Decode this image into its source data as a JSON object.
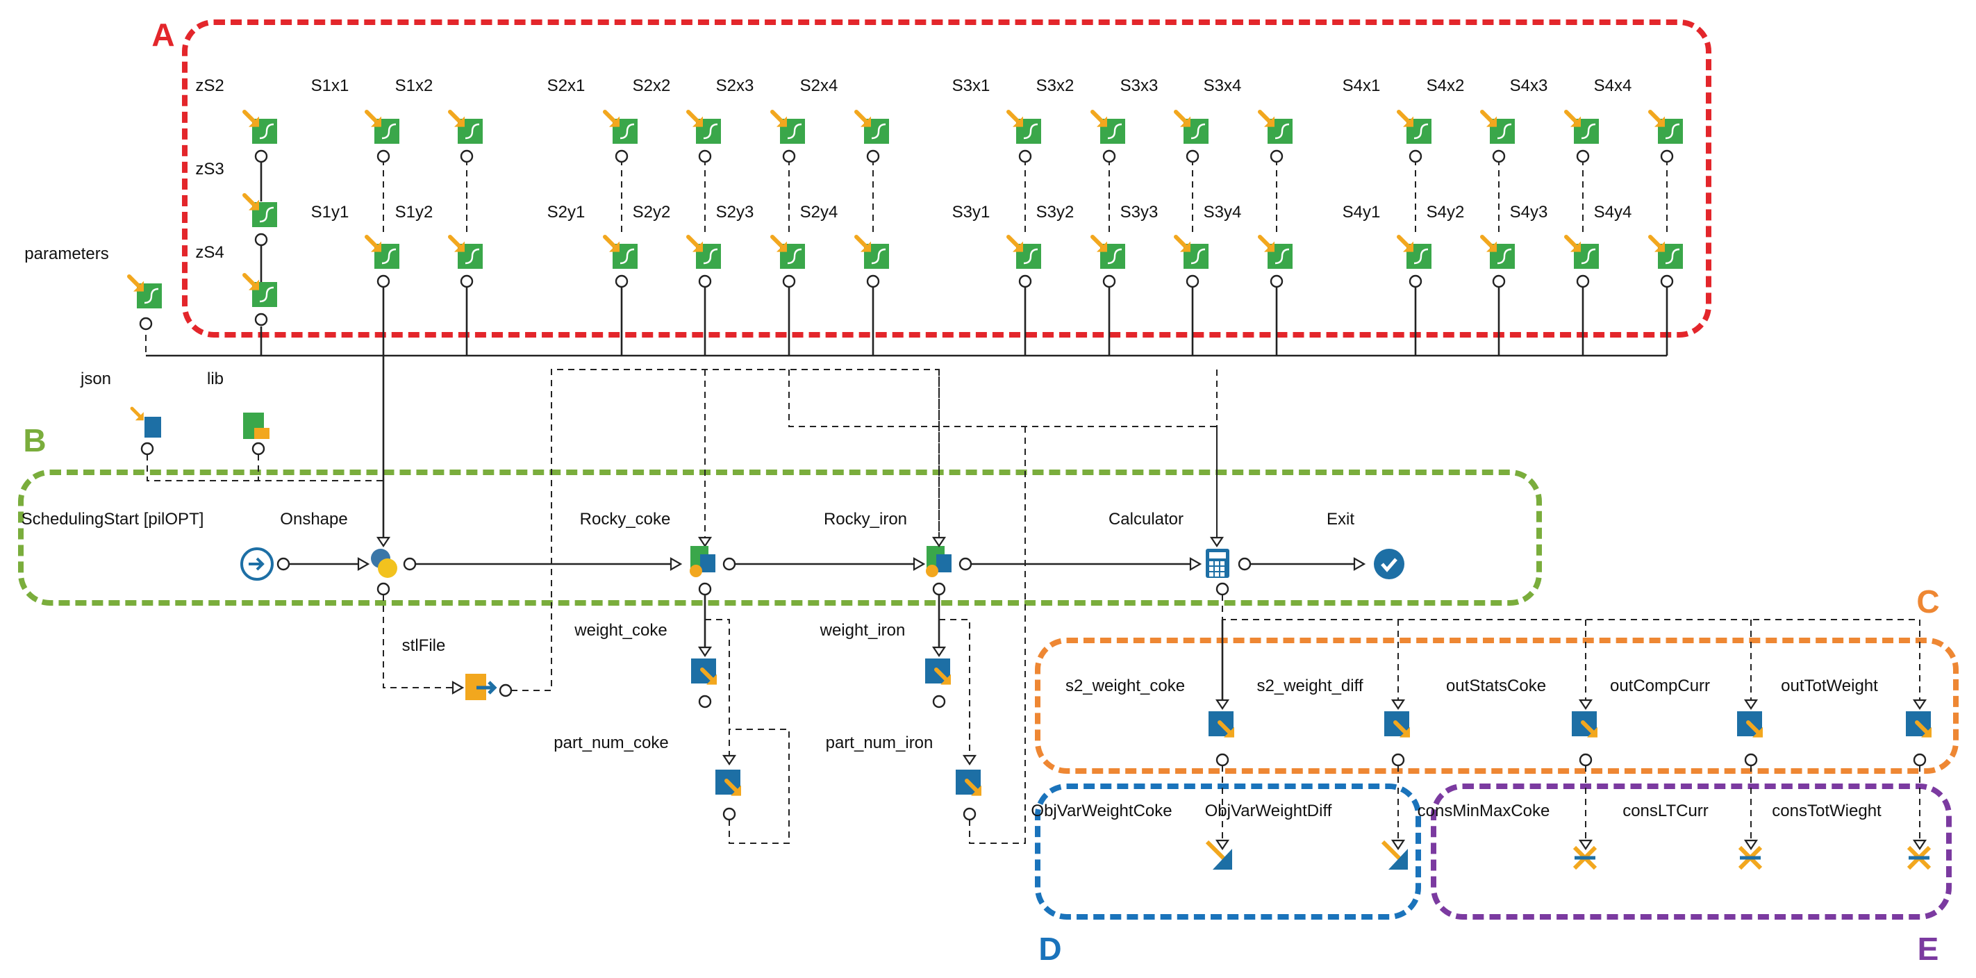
{
  "groups": {
    "A": "A",
    "B": "B",
    "C": "C",
    "D": "D",
    "E": "E"
  },
  "colors": {
    "A": "#e3262b",
    "B": "#7aad3c",
    "C": "#ee8733",
    "D": "#1a73bb",
    "E": "#7b3aa0",
    "green_node": "#3aa74a",
    "blue_node": "#1d6fa5",
    "orange_arrow": "#f2a71e"
  },
  "block_A": {
    "z_labels": [
      "zS2",
      "zS3",
      "zS4"
    ],
    "x_labels": [
      "S1x1",
      "S1x2",
      "S2x1",
      "S2x2",
      "S2x3",
      "S2x4",
      "S3x1",
      "S3x2",
      "S3x3",
      "S3x4",
      "S4x1",
      "S4x2",
      "S4x3",
      "S4x4"
    ],
    "y_labels": [
      "S1y1",
      "S1y2",
      "S2y1",
      "S2y2",
      "S2y3",
      "S2y4",
      "S3y1",
      "S3y2",
      "S3y3",
      "S3y4",
      "S4y1",
      "S4y2",
      "S4y3",
      "S4y4"
    ]
  },
  "inputs": {
    "parameters": "parameters",
    "json": "json",
    "lib": "lib"
  },
  "workflow": {
    "start": "SchedulingStart [pilOPT]",
    "onshape": "Onshape",
    "rocky_coke": "Rocky_coke",
    "rocky_iron": "Rocky_iron",
    "calculator": "Calculator",
    "exit": "Exit",
    "stlfile": "stlFile",
    "weight_coke": "weight_coke",
    "part_num_coke": "part_num_coke",
    "weight_iron": "weight_iron",
    "part_num_iron": "part_num_iron"
  },
  "outputs": [
    "s2_weight_coke",
    "s2_weight_diff",
    "outStatsCoke",
    "outCompCurr",
    "outTotWeight"
  ],
  "objectives": [
    "ObjVarWeightCoke",
    "ObjVarWeightDiff"
  ],
  "constraints": [
    "consMinMaxCoke",
    "consLTCurr",
    "consTotWieght"
  ]
}
